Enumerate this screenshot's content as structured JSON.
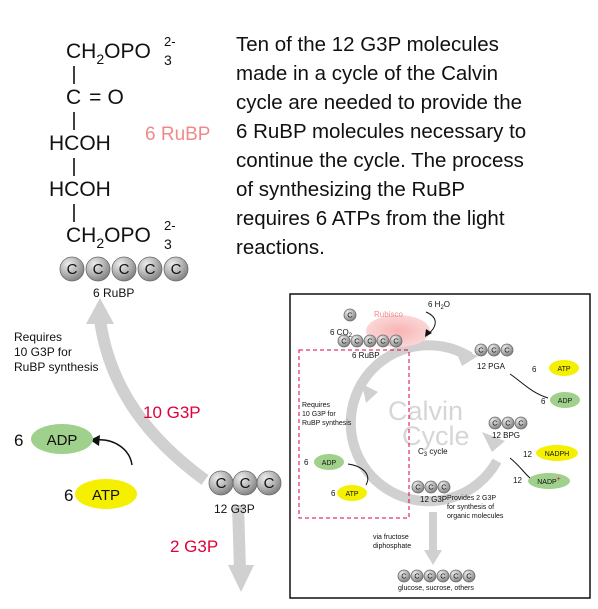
{
  "structure": {
    "row1_main": "CH",
    "row1_sub": "2",
    "row1_tail": "OPO",
    "row1_sup": "2-",
    "row1_sub2": "3",
    "bond": "|",
    "row2": "C",
    "row2_eq": "=",
    "row2_tail": "O",
    "row3": "HCOH",
    "row4": "HCOH",
    "row5_main": "CH",
    "row5_sub": "2",
    "row5_tail": "OPO",
    "row5_sup": "2-",
    "row5_sub2": "3",
    "side_label": "6 RuBP"
  },
  "carbon_letter": "C",
  "description_lines": [
    "Ten of the 12 G3P molecules",
    "made in a cycle of the Calvin",
    "cycle are needed to provide the",
    "6 RuBP molecules necessary to",
    "continue the cycle.  The process",
    "of synthesizing the RuBP",
    "requires 6 ATPs from the light",
    "reactions."
  ],
  "main_diagram": {
    "rubp_label": "6 RuBP",
    "requires_lines": [
      "Requires",
      "10 G3P for",
      "RuBP synthesis"
    ],
    "g3p_10": "10 G3P",
    "adp_count": "6",
    "adp": "ADP",
    "atp_count": "6",
    "atp": "ATP",
    "g3p12_label": "12 G3P",
    "g3p_2": "2 G3P"
  },
  "inset": {
    "co2_prefix": "6 CO",
    "co2_sub": "2",
    "rubisco": "Rubisco",
    "h2o_prefix": "6 H",
    "h2o_sub": "2",
    "h2o_suffix": "O",
    "pga_label": "12 PGA",
    "atp_count": "6",
    "atp": "ATP",
    "adp_count": "6",
    "adp": "ADP",
    "bpg_label": "12 BPG",
    "nadph_count": "12",
    "nadph": "NADPH",
    "nadp_count": "12",
    "nadp": "NADP",
    "nadp_plus": "+",
    "calvin": "Calvin",
    "cycle": "Cycle",
    "c3_prefix": "C",
    "c3_sub": "3",
    "c3_suffix": " cycle",
    "rubp_label": "6 RuBP",
    "requires_lines": [
      "Requires",
      "10 G3P for",
      "RuBP synthesis"
    ],
    "g3p_label": "12 G3P",
    "provides_lines": [
      "Provides 2 G3P",
      "for synthesis of",
      "organic molecules"
    ],
    "via_lines": [
      "via fructose",
      "diphosphate"
    ],
    "glucose_label": "glucose, sucrose, others"
  },
  "colors": {
    "red_label": "#e0003a",
    "pink_label": "#f08a8a",
    "adp_fill": "#9fd08c",
    "atp_fill": "#f5f000",
    "arrow_gray": "#d0d0d0",
    "carbon_gray": "#a9a9a9"
  }
}
